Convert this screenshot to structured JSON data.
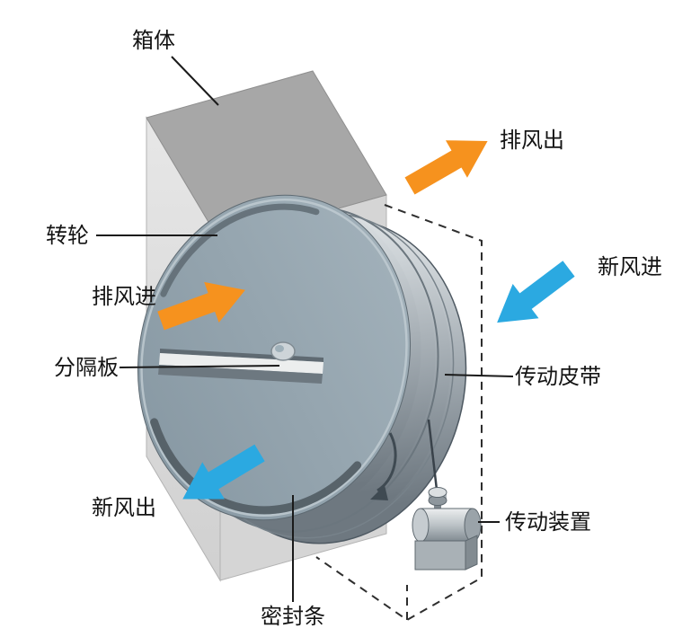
{
  "diagram": {
    "background": "#ffffff",
    "labels": {
      "casing": "箱体",
      "rotor": "转轮",
      "exhaust_air_in": "排风进",
      "partition_plate": "分隔板",
      "fresh_air_out": "新风出",
      "seal_strip": "密封条",
      "exhaust_air_out": "排风出",
      "fresh_air_in": "新风进",
      "drive_belt": "传动皮带",
      "drive_unit": "传动装置"
    },
    "colors": {
      "exhaust_arrow": "#F6921E",
      "fresh_arrow": "#2BA9E1",
      "wheel_face": "#93A5B0",
      "casing_side": "#DFDFDF",
      "casing_top": "#A7A7A7",
      "outline": "#1A1A1A"
    }
  }
}
